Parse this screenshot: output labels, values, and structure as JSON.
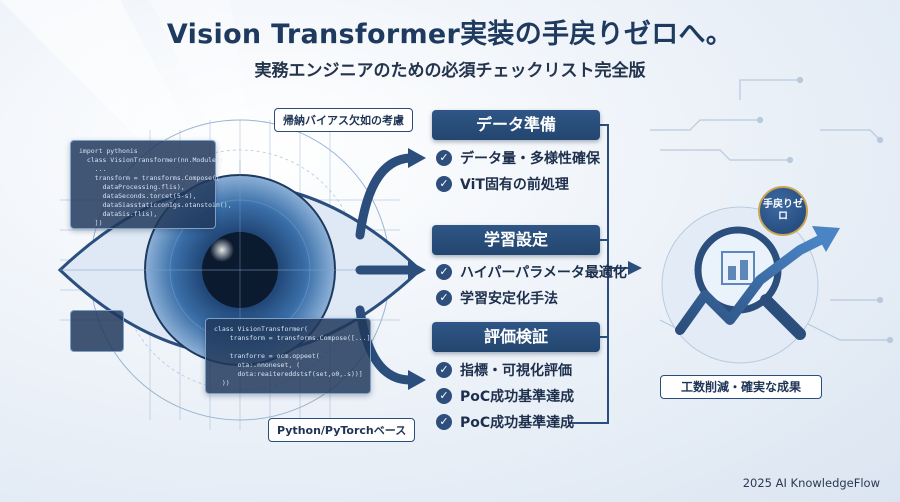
{
  "title": {
    "main": "Vision Transformer実装の手戻りゼロへ。",
    "sub": "実務エンジニアのための必須チェックリスト完全版"
  },
  "left": {
    "top_label": "帰納バイアス欠如の考慮",
    "bottom_label": "Python/PyTorchベース",
    "code_top": "import pythonis\n  class VisionTransformer(nn.Module):\n    ...\n    transform = transforms.Compose([\n      dataProcessing.flis),\n      dataSeconds.torcet(5-s),\n      dataSiasstaticconIgs.otanstoin(),\n      dataSis.flis),\n    ])",
    "code_bottom": "class VisionTransformer(\n    transform = transforms.Compose([...]\n\n    tranforre = ocm.oppeet(\n      ota:.nnoneset, (\n      dota:reaitereddstsf(set,o0,.s))]\n  ))"
  },
  "sections": [
    {
      "heading": "データ準備",
      "items": [
        "データ量・多様性確保",
        "ViT固有の前処理"
      ]
    },
    {
      "heading": "学習設定",
      "items": [
        "ハイパーパラメータ最適化",
        "学習安定化手法"
      ]
    },
    {
      "heading": "評価検証",
      "items": [
        "指標・可視化評価",
        "PoC成功基準達成",
        "PoC成功基準達成"
      ]
    }
  ],
  "result": {
    "badge": "手戻りゼロ",
    "label": "工数削減・確実な成果"
  },
  "footer": "2025 AI KnowledgeFlow",
  "icons": {
    "check": "check-icon",
    "eye": "eye-icon",
    "magnifier": "magnifier-icon",
    "growth_arrow": "growth-arrow-icon"
  },
  "colors": {
    "primary": "#23466f",
    "accent": "#2f5686",
    "badge_ring": "#c9a552"
  }
}
